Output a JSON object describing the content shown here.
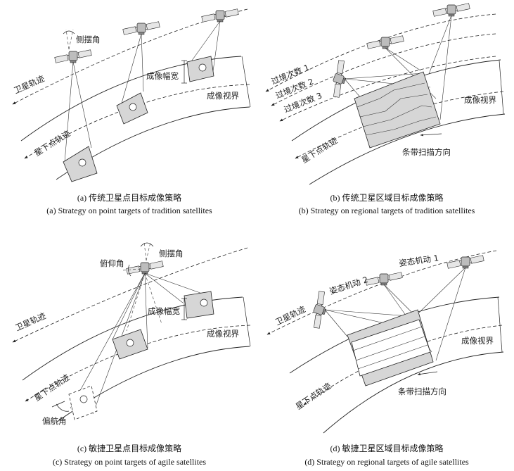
{
  "panels": {
    "a": {
      "labels": {
        "side_swing_angle": "侧摆角",
        "satellite_orbit": "卫星轨迹",
        "imaging_width": "成像幅宽",
        "imaging_view": "成像视界",
        "subsatellite_track": "星下点轨迹"
      },
      "caption_zh": "(a) 传统卫星点目标成像策略",
      "caption_en": "(a) Strategy on point targets of tradition satellites"
    },
    "b": {
      "labels": {
        "pass_1": "过境次数 1",
        "pass_2": "过境次数 2",
        "pass_3": "过境次数 3",
        "imaging_view": "成像视界",
        "subsatellite_track": "星下点轨迹",
        "strip_scan_direction": "条带扫描方向"
      },
      "caption_zh": "(b) 传统卫星区域目标成像策略",
      "caption_en": "(b) Strategy on regional targets of tradition satellites"
    },
    "c": {
      "labels": {
        "side_swing_angle": "侧摆角",
        "pitch_angle": "俯仰角",
        "satellite_orbit": "卫星轨迹",
        "imaging_width": "成像幅宽",
        "imaging_view": "成像视界",
        "subsatellite_track": "星下点轨迹",
        "yaw_angle": "偏航角"
      },
      "caption_zh": "(c) 敏捷卫星点目标成像策略",
      "caption_en": "(c) Strategy on point targets of agile satellites"
    },
    "d": {
      "labels": {
        "attitude_maneuver_1": "姿态机动 1",
        "attitude_maneuver_2": "姿态机动 2",
        "satellite_orbit": "卫星轨迹",
        "imaging_view": "成像视界",
        "subsatellite_track": "星下点轨迹",
        "strip_scan_direction": "条带扫描方向"
      },
      "caption_zh": "(d) 敏捷卫星区域目标成像策略",
      "caption_en": "(d)  Strategy on regional targets of agile satellites"
    }
  }
}
